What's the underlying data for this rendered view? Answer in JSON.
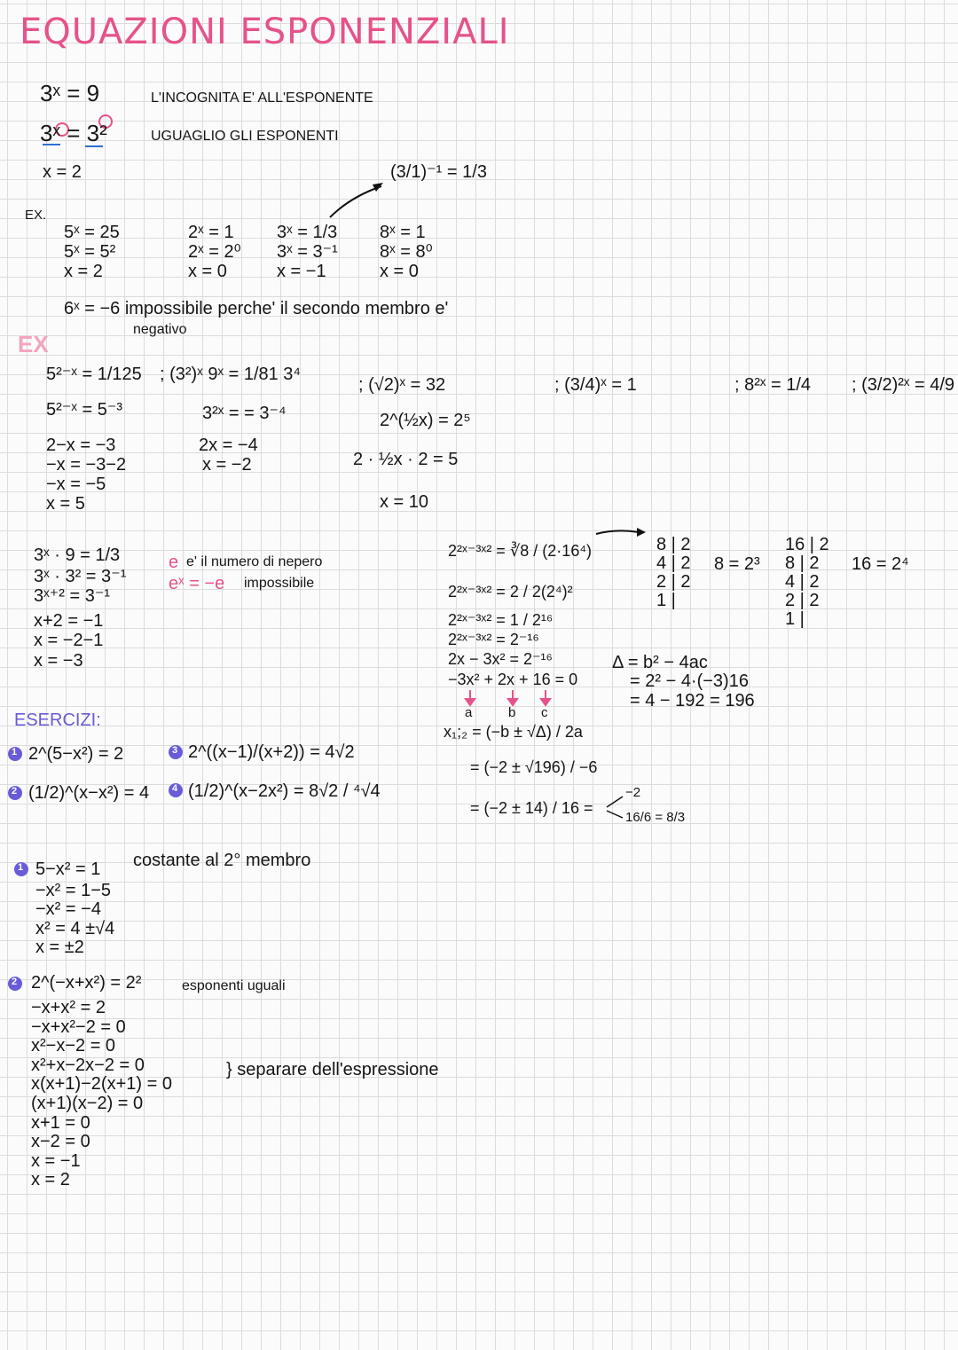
{
  "title": "EQUAZIONI ESPONENZIALI",
  "colors": {
    "title": "#e6528a",
    "accent_pink": "#e6528a",
    "exercise_purple": "#6a5bd8",
    "underline_blue": "#2f6fd0",
    "grid": "#dcdcdc"
  },
  "intro": {
    "eq1": "3ˣ = 9",
    "note1": "L'INCOGNITA E' ALL'ESPONENTE",
    "eq2": "3ˣ = 3²",
    "note2": "UGUAGLIO GLI ESPONENTI",
    "eq3": "x = 2",
    "side_note": "(3/1)⁻¹ = 1/3"
  },
  "examples1": {
    "label": "EX.",
    "cols": [
      [
        "5ˣ = 25",
        "5ˣ = 5²",
        "x = 2"
      ],
      [
        "2ˣ = 1",
        "2ˣ = 2⁰",
        "x = 0"
      ],
      [
        "3ˣ = 1/3",
        "3ˣ = 3⁻¹",
        "x = −1"
      ],
      [
        "8ˣ = 1",
        "8ˣ = 8⁰",
        "x = 0"
      ]
    ],
    "impossible": "6ˣ = −6  impossibile perche' il secondo membro e'",
    "impossible_cont": "negativo"
  },
  "examples2": {
    "label": "EX",
    "col1": [
      "5²⁻ˣ = 1/125",
      "5²⁻ˣ = 5⁻³",
      "2−x = −3",
      "−x = −3−2",
      "−x = −5",
      "x = 5"
    ],
    "col2": [
      "; (3²)ˣ 9ˣ = 1/81  3⁴",
      "3²ˣ = = 3⁻⁴",
      "2x = −4",
      "x = −2"
    ],
    "col3": [
      "; (√2)ˣ = 32",
      "2^(½x) = 2⁵",
      "2 · ½x · 2 = 5",
      "x = 10"
    ],
    "col4": "; (3/4)ˣ = 1",
    "col5": "; 8²ˣ = 1/4",
    "col6": "; (3/2)²ˣ = 4/9"
  },
  "examples3": {
    "col1": [
      "3ˣ · 9 = 1/3",
      "3ˣ · 3² = 3⁻¹",
      "3ˣ⁺² = 3⁻¹",
      "x+2 = −1",
      "x = −2−1",
      "x = −3"
    ],
    "nepero_e": "e",
    "nepero": "e' il numero di nepero",
    "nepero_ex": "eˣ = −e",
    "nepero_imp": "impossibile",
    "big": [
      "2²ˣ⁻³ˣ² = ∛8 / (2·16⁴)",
      "2²ˣ⁻³ˣ² = 2 / 2(2⁴)²",
      "2²ˣ⁻³ˣ² = 1 / 2¹⁶",
      "2²ˣ⁻³ˣ² = 2⁻¹⁶",
      "2x − 3x² = 2⁻¹⁶",
      "−3x² + 2x + 16 = 0"
    ],
    "coeffs": [
      "a",
      "b",
      "c"
    ],
    "formula": [
      "x₁;₂ = (−b ± √Δ) / 2a",
      "= (−2 ± √196) / −6",
      "= (−2 ± 14) / 16 ="
    ],
    "roots": [
      "−2",
      "16/6 = 8/3"
    ],
    "div8": [
      "8 | 2",
      "4 | 2",
      "2 | 2",
      "1 |"
    ],
    "pow8": "8 = 2³",
    "div16": [
      "16 | 2",
      "8 | 2",
      "4 | 2",
      "2 | 2",
      "1 |"
    ],
    "pow16": "16 = 2⁴",
    "delta": [
      "Δ = b² − 4ac",
      "= 2² − 4·(−3)16",
      "= 4 − 192 = 196"
    ]
  },
  "exercises": {
    "heading": "ESERCIZI:",
    "items": [
      {
        "num": "1",
        "text": "2^(5−x²) = 2"
      },
      {
        "num": "2",
        "text": "(1/2)^(x−x²) = 4"
      },
      {
        "num": "3",
        "text": "2^((x−1)/(x+2)) = 4√2"
      },
      {
        "num": "4",
        "text": "(1/2)^(x−2x²) = 8√2 / ⁴√4"
      }
    ]
  },
  "solution1": {
    "num": "1",
    "first": "5−x² = 1",
    "note": "costante al 2° membro",
    "steps": [
      "−x² = 1−5",
      "−x² = −4",
      "x² = 4     ±√4",
      "x = ±2"
    ]
  },
  "solution2": {
    "num": "2",
    "first": "2^(−x+x²) = 2²",
    "note": "esponenti uguali",
    "steps": [
      "−x+x² = 2",
      "−x+x²−2 = 0",
      "x²−x−2 = 0",
      "x²+x−2x−2 = 0",
      "x(x+1)−2(x+1) = 0",
      "(x+1)(x−2) = 0",
      "x+1 = 0",
      "x−2 = 0",
      "x = −1",
      "x = 2"
    ],
    "brace_note": "} separare dell'espressione"
  }
}
